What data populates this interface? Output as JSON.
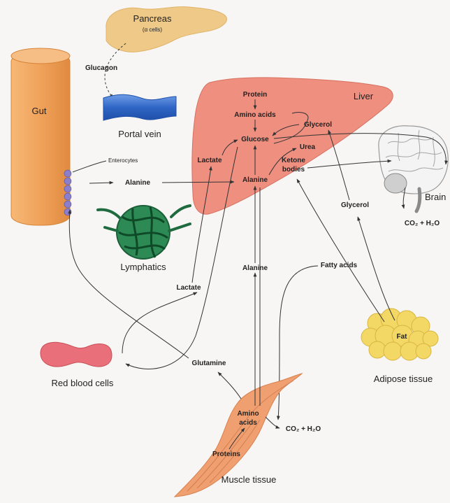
{
  "colors": {
    "background": "#f7f6f4",
    "gut": "#f0a25a",
    "pancreas": "#efc987",
    "portal_vein": "#3d74cf",
    "liver": "#ee8f80",
    "lymphatics": "#1f6b3f",
    "red_blood_cells": "#e9707a",
    "muscle": "#f0a070",
    "fat": "#f3d866",
    "enterocytes": "#8a7fc8",
    "brain": "#cfcfcf"
  },
  "labels": {
    "pancreas": "Pancreas",
    "alpha_cells": "(α cells)",
    "glucagon": "Glucagon",
    "portal_vein": "Portal vein",
    "gut": "Gut",
    "enterocytes": "Enterocytes",
    "alanine_gut": "Alanine",
    "lymphatics": "Lymphatics",
    "liver": "Liver",
    "protein": "Protein",
    "amino_acids_liver": "Amino acids",
    "glucose": "Glucose",
    "glycerol_liver": "Glycerol",
    "urea": "Urea",
    "lactate_liver": "Lactate",
    "ketone_line1": "Ketone",
    "ketone_line2": "bodies",
    "alanine_liver": "Alanine",
    "brain": "Brain",
    "co2_h2o_brain": "CO₂ + H₂O",
    "glycerol_mid": "Glycerol",
    "fatty_acids": "Fatty acids",
    "alanine_mid": "Alanine",
    "lactate_mid": "Lactate",
    "fat": "Fat",
    "adipose": "Adipose tissue",
    "red_blood_cells": "Red blood cells",
    "glutamine": "Glutamine",
    "amino_line1": "Amino",
    "amino_line2": "acids",
    "co2_h2o_muscle": "CO₂ + H₂O",
    "proteins": "Proteins",
    "muscle": "Muscle tissue"
  }
}
